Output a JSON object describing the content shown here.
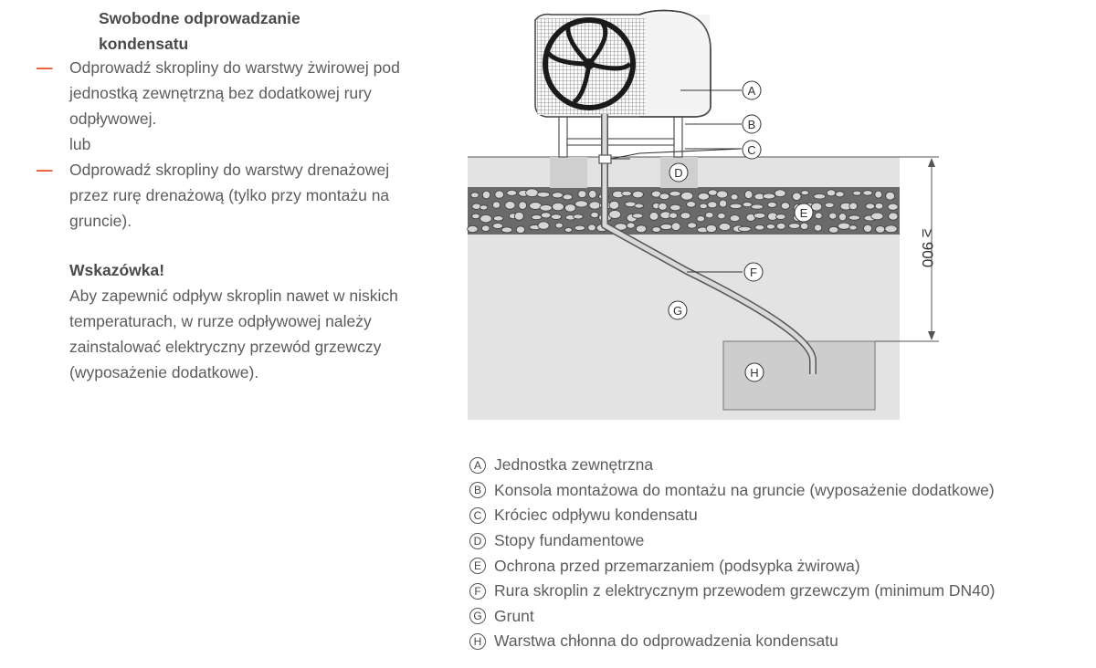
{
  "section": {
    "heading": "Swobodne odprowadzanie kondensatu",
    "bullets": [
      {
        "marker": "_",
        "text": "Odprowadź skropliny do warstwy żwirowej pod jednostką zewnętrzną bez dodatkowej rury odpływowej."
      },
      {
        "marker": "_",
        "text": "Odprowadź skropliny do warstwy drenażowej przez rurę drenażową (tylko przy montażu na gruncie)."
      }
    ],
    "or_word": "lub",
    "hint_title": "Wskazówka!",
    "hint_text": "Aby zapewnić odpływ skroplin nawet w niskich temperaturach, w rurze odpływowej należy zainstalować elektryczny przewód grzewczy (wyposażenie dodatkowe)."
  },
  "diagram": {
    "dimension_label": "≥ 900",
    "callouts": [
      "A",
      "B",
      "C",
      "D",
      "E",
      "F",
      "G",
      "H"
    ]
  },
  "legend": [
    {
      "letter": "A",
      "text": "Jednostka zewnętrzna"
    },
    {
      "letter": "B",
      "text": "Konsola montażowa do montażu na gruncie (wyposażenie dodatkowe)"
    },
    {
      "letter": "C",
      "text": "Króciec odpływu kondensatu"
    },
    {
      "letter": "D",
      "text": "Stopy fundamentowe"
    },
    {
      "letter": "E",
      "text": "Ochrona przed przemarzaniem (podsypka żwirowa)"
    },
    {
      "letter": "F",
      "text": "Rura skroplin z elektrycznym przewodem grzewczym (minimum DN40)"
    },
    {
      "letter": "G",
      "text": "Grunt"
    },
    {
      "letter": "H",
      "text": "Warstwa chłonna do odprowadzenia kondensatu"
    }
  ],
  "colors": {
    "dash": "#e0542a",
    "ground": "#e3e3e3",
    "gravel": "#6f6f6f",
    "foot": "#cfcfcf",
    "soak": "#cdcdcd"
  }
}
